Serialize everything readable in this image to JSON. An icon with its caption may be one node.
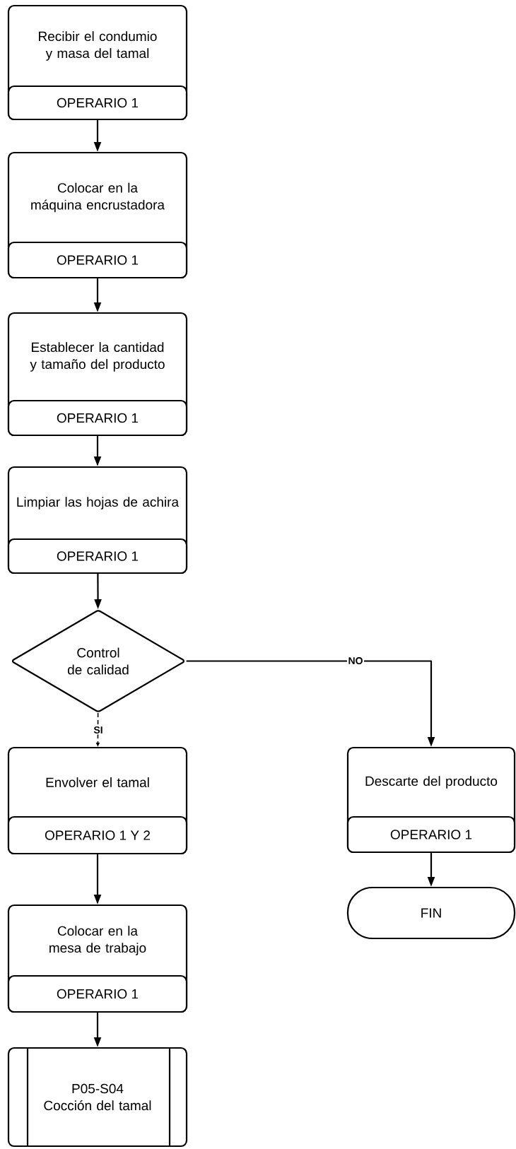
{
  "diagram": {
    "nodes": [
      {
        "text": [
          "Recibir el condumio y masa del tamal",
          "OPERARIO 1"
        ]
      },
      {
        "text": [
          "Colocar  en la máquina encrustadora",
          "OPERARIO 1"
        ]
      },
      {
        "text": [
          "Establecer la cantidad y tamaño del producto",
          "OPERARIO 1"
        ]
      },
      {
        "text": [
          "Limpiar las hojas de achira",
          "OPERARIO 1"
        ]
      },
      {
        "text": [
          "Control de calidad"
        ]
      },
      {
        "text": [
          "Envolver el tamal",
          "OPERARIO 1 Y 2"
        ]
      },
      {
        "text": [
          "Descarte del producto",
          "OPERARIO 1"
        ]
      },
      {
        "text": [
          "Colocar en la mesa de trabajo",
          "OPERARIO 1"
        ]
      },
      {
        "text": [
          "FIN"
        ]
      },
      {
        "text": [
          "P05-S04",
          "Cocción del tamal"
        ]
      }
    ],
    "edges": [
      {
        "from": 0,
        "to": 1,
        "arrow": "to"
      },
      {
        "from": 1,
        "to": 2,
        "arrow": "to"
      },
      {
        "from": 2,
        "to": 3,
        "arrow": "to"
      },
      {
        "from": 3,
        "to": 4,
        "arrow": "to"
      },
      {
        "from": 4,
        "to": 5,
        "arrow": "to",
        "label": "SI",
        "style": "dashed"
      },
      {
        "from": 4,
        "to": 6,
        "arrow": "to",
        "label": "NO"
      },
      {
        "from": 6,
        "to": 8,
        "arrow": "to"
      },
      {
        "from": 5,
        "to": 7,
        "arrow": "to"
      },
      {
        "from": 7,
        "to": 9,
        "arrow": "to"
      }
    ]
  }
}
